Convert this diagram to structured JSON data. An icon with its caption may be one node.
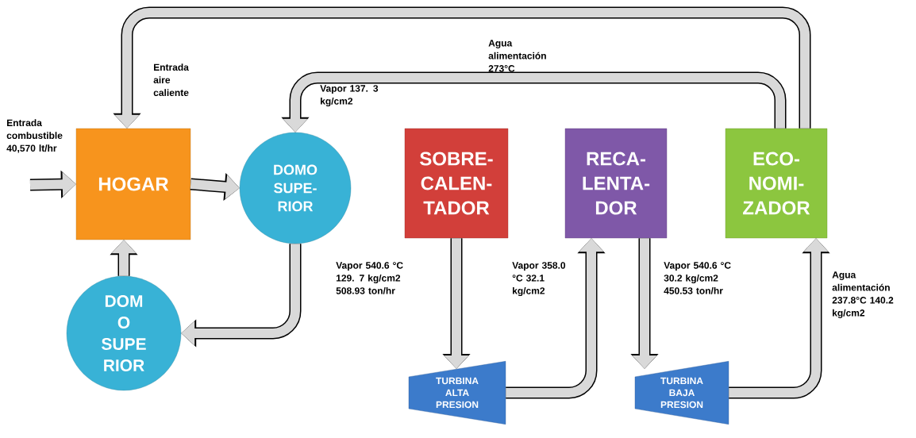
{
  "diagram": {
    "nodes": [
      {
        "text": [
          "HOGAR"
        ]
      },
      {
        "text": [
          "DOMO SUPE- RIOR"
        ]
      },
      {
        "text": [
          "DOM O SUPE RIOR"
        ]
      },
      {
        "text": [
          "SOBRE- CALEN- TADOR"
        ]
      },
      {
        "text": [
          "RECA- LENTA- DOR"
        ]
      },
      {
        "text": [
          "ECO- NOMI- ZADOR"
        ]
      },
      {
        "text": [
          "TURBINA ALTA PRESION"
        ]
      },
      {
        "text": [
          "TURBINA BAJA PRESION"
        ]
      }
    ],
    "edges": [
      {
        "from": null,
        "to": 0,
        "arrow": "to"
      },
      {
        "from": 0,
        "to": 1,
        "arrow": "to"
      },
      {
        "from": 2,
        "to": 0,
        "arrow": "to"
      },
      {
        "from": 1,
        "to": 2,
        "arrow": "to"
      },
      {
        "from": 3,
        "to": 6,
        "arrow": "to"
      },
      {
        "from": 6,
        "to": 4,
        "arrow": "to"
      },
      {
        "from": 4,
        "to": 7,
        "arrow": "to"
      },
      {
        "from": 7,
        "to": 5,
        "arrow": "to"
      },
      {
        "from": 5,
        "to": 0,
        "arrow": "to"
      },
      {
        "from": 5,
        "to": 1,
        "arrow": "to"
      }
    ],
    "labels": [
      "Agua alimentación 273°C",
      "Entrada aire caliente",
      "Vapor 137. 3 kg/cm2",
      "Entrada combustible 40,570 lt/hr",
      "Vapor 540.6 °C 129. 7 kg/cm2 508.93 ton/hr",
      "Vapor 358.0 °C 32.1 kg/cm2",
      "Vapor 540.6 °C 30.2 kg/cm2 450.53 ton/hr",
      "Agua alimentación 237.8°C 140.2 kg/cm2"
    ]
  }
}
